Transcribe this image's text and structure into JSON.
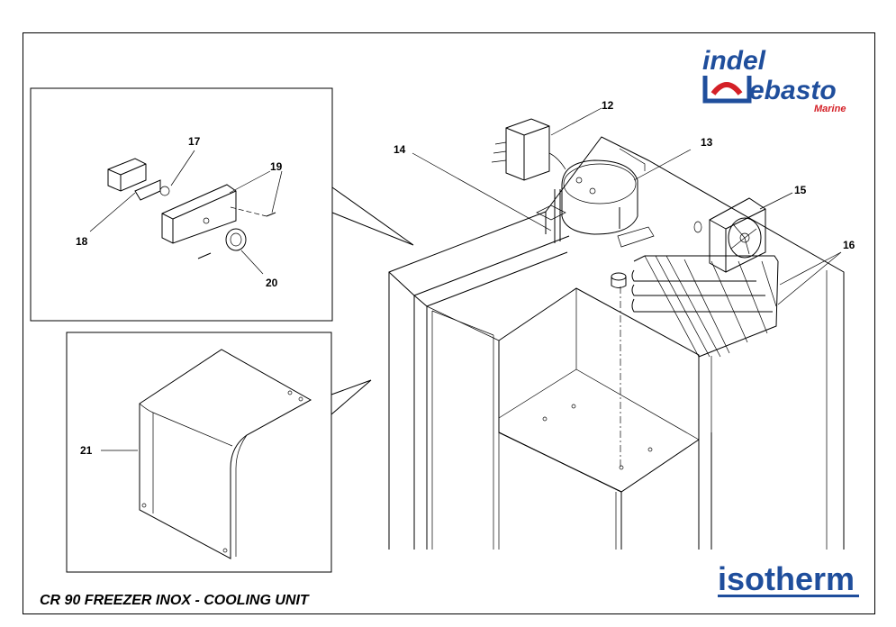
{
  "title": "CR 90 FREEZER INOX - COOLING UNIT",
  "logos": {
    "top_line1": "indel",
    "top_line2": "ebasto",
    "top_sub": "Marine",
    "bottom": "isotherm",
    "brand_blue": "#1f4e9c",
    "brand_red": "#d42027"
  },
  "callouts": {
    "c12": "12",
    "c13": "13",
    "c14": "14",
    "c15": "15",
    "c16": "16",
    "c17": "17",
    "c18": "18",
    "c19": "19",
    "c20": "20",
    "c21": "21"
  }
}
